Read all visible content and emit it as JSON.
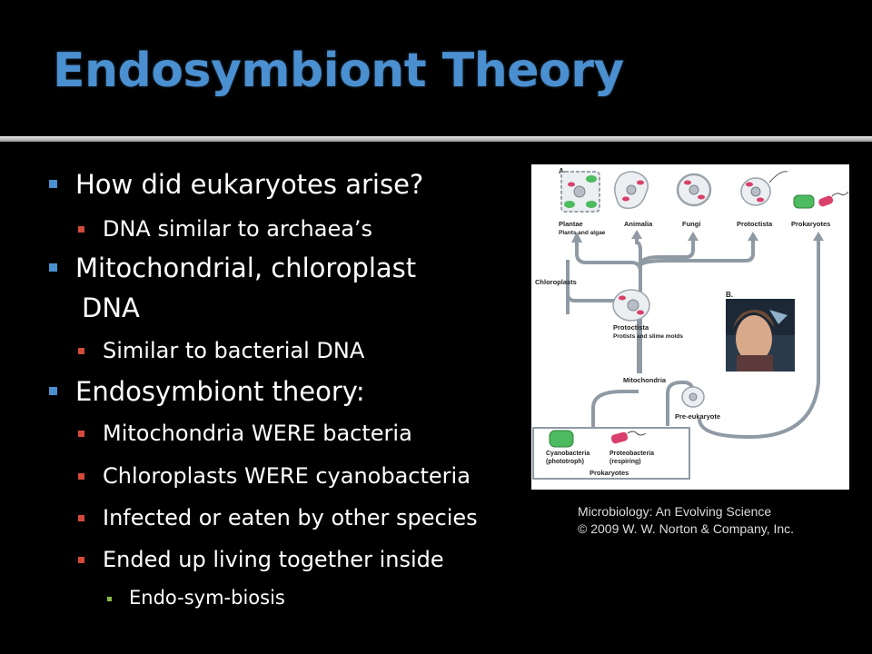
{
  "slide": {
    "title": "Endosymbiont Theory",
    "colors": {
      "title": "#4a8fd0",
      "bullet_level1": "#4a8fd0",
      "bullet_level2": "#d24b3a",
      "bullet_level3": "#8dbb45",
      "text": "#ffffff",
      "background": "#000000"
    }
  },
  "bullets": [
    {
      "level": 1,
      "text": "How did eukaryotes arise?"
    },
    {
      "level": 2,
      "text": "DNA similar to archaea’s"
    },
    {
      "level": 1,
      "text": "Mitochondrial, chloroplast"
    },
    {
      "level": 1,
      "text": "DNA",
      "continuation": true
    },
    {
      "level": 2,
      "text": "Similar to bacterial DNA"
    },
    {
      "level": 1,
      "text": "Endosymbiont theory:"
    },
    {
      "level": 2,
      "text": "Mitochondria WERE bacteria"
    },
    {
      "level": 2,
      "text": "Chloroplasts WERE cyanobacteria"
    },
    {
      "level": 2,
      "text": "Infected or eaten by other species"
    },
    {
      "level": 2,
      "text": "Ended up living together inside"
    },
    {
      "level": 3,
      "text": "Endo-sym-biosis"
    }
  ],
  "figure": {
    "panel_a": "A.",
    "panel_b": "B.",
    "top_labels": {
      "plantae": "Plantae",
      "plantae_sub": "Plants and algae",
      "animalia": "Animalia",
      "fungi": "Fungi",
      "protoctista": "Protoctista",
      "prokaryotes": "Prokaryotes"
    },
    "chloroplasts": "Chloroplasts",
    "protoctista_mid": "Protoctista",
    "protoctista_mid_sub": "Protists and slime molds",
    "mitochondria": "Mitochondria",
    "pre_eukaryote": "Pre-eukaryote",
    "cyanobacteria": "Cyanobacteria",
    "cyanobacteria_sub": "(phototroph)",
    "proteobacteria": "Proteobacteria",
    "proteobacteria_sub": "(respiring)",
    "prokaryotes_box": "Prokaryotes"
  },
  "caption": {
    "line1": "Microbiology: An Evolving Science",
    "line2": "© 2009 W. W. Norton & Company, Inc."
  }
}
